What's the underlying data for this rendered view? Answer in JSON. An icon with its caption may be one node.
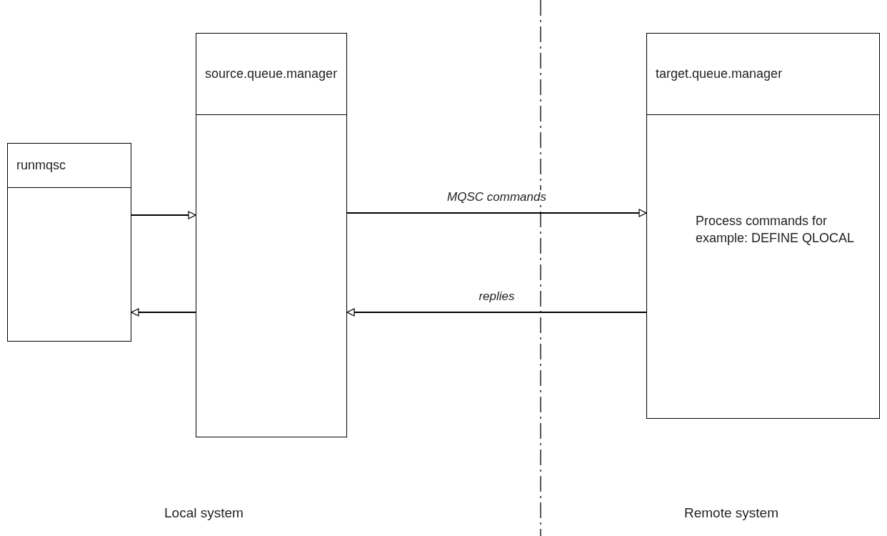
{
  "diagram": {
    "nodes": [
      {
        "text": [
          "runmqsc"
        ]
      },
      {
        "text": [
          "source.queue.manager"
        ]
      },
      {
        "text": [
          "target.queue.manager",
          "Process commands for example: DEFINE QLOCAL"
        ]
      }
    ],
    "edges": [
      {
        "from": 0,
        "to": 1,
        "arrow": "to"
      },
      {
        "from": 1,
        "to": 0,
        "arrow": "to"
      },
      {
        "from": 1,
        "to": 2,
        "arrow": "to",
        "label": "MQSC commands"
      },
      {
        "from": 2,
        "to": 1,
        "arrow": "to",
        "label": "replies"
      }
    ],
    "labels": [
      "Local system",
      "Remote system"
    ]
  }
}
